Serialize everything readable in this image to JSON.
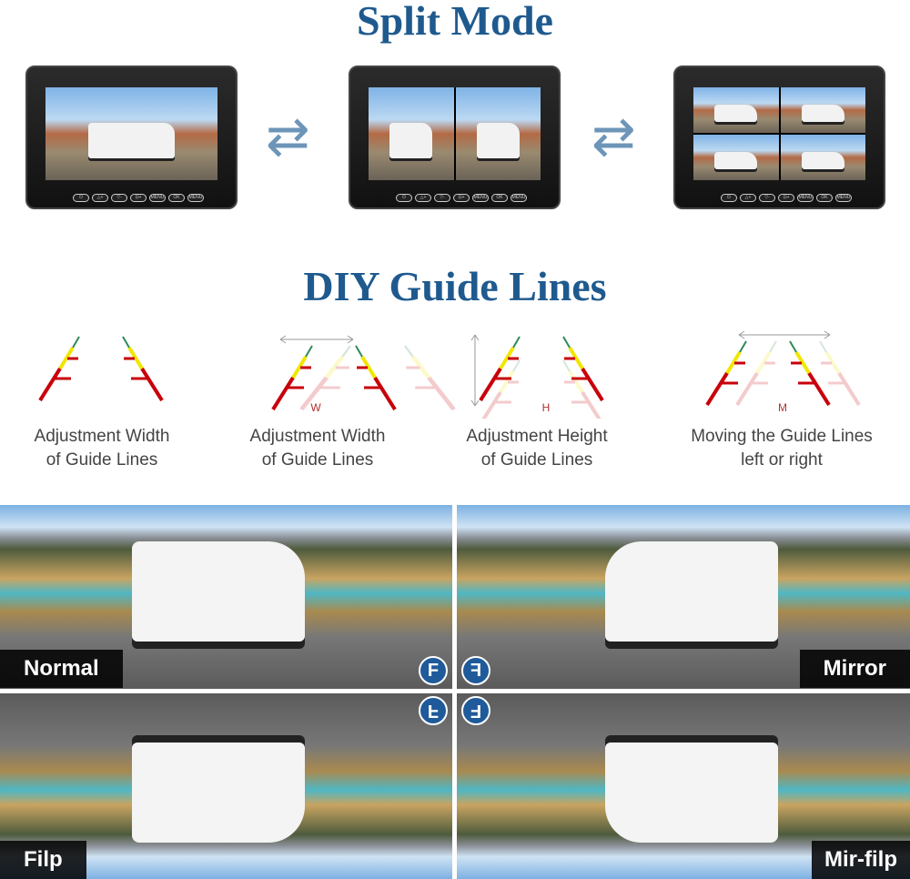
{
  "split_mode": {
    "title": "Split Mode",
    "buttons": [
      "⏻",
      "△+",
      "▽-",
      "⊡+",
      "MENU",
      "OK",
      "MENU"
    ],
    "swap_icon": "⇄"
  },
  "guide": {
    "title": "DIY Guide Lines",
    "items": [
      {
        "line1": "Adjustment Width",
        "line2": "of Guide Lines",
        "letter": ""
      },
      {
        "line1": "Adjustment Width",
        "line2": "of Guide Lines",
        "letter": "W"
      },
      {
        "line1": "Adjustment Height",
        "line2": "of Guide Lines",
        "letter": "H"
      },
      {
        "line1": "Moving the Guide Lines",
        "line2": "left or right",
        "letter": "M"
      }
    ]
  },
  "views": {
    "normal": "Normal",
    "mirror": "Mirror",
    "flip": "Filp",
    "mirflip": "Mir-filp",
    "f": "F"
  },
  "colors": {
    "title": "#1f5a8f",
    "red": "#c8000a",
    "yellow": "#f2e600",
    "green": "#2e8b57"
  }
}
